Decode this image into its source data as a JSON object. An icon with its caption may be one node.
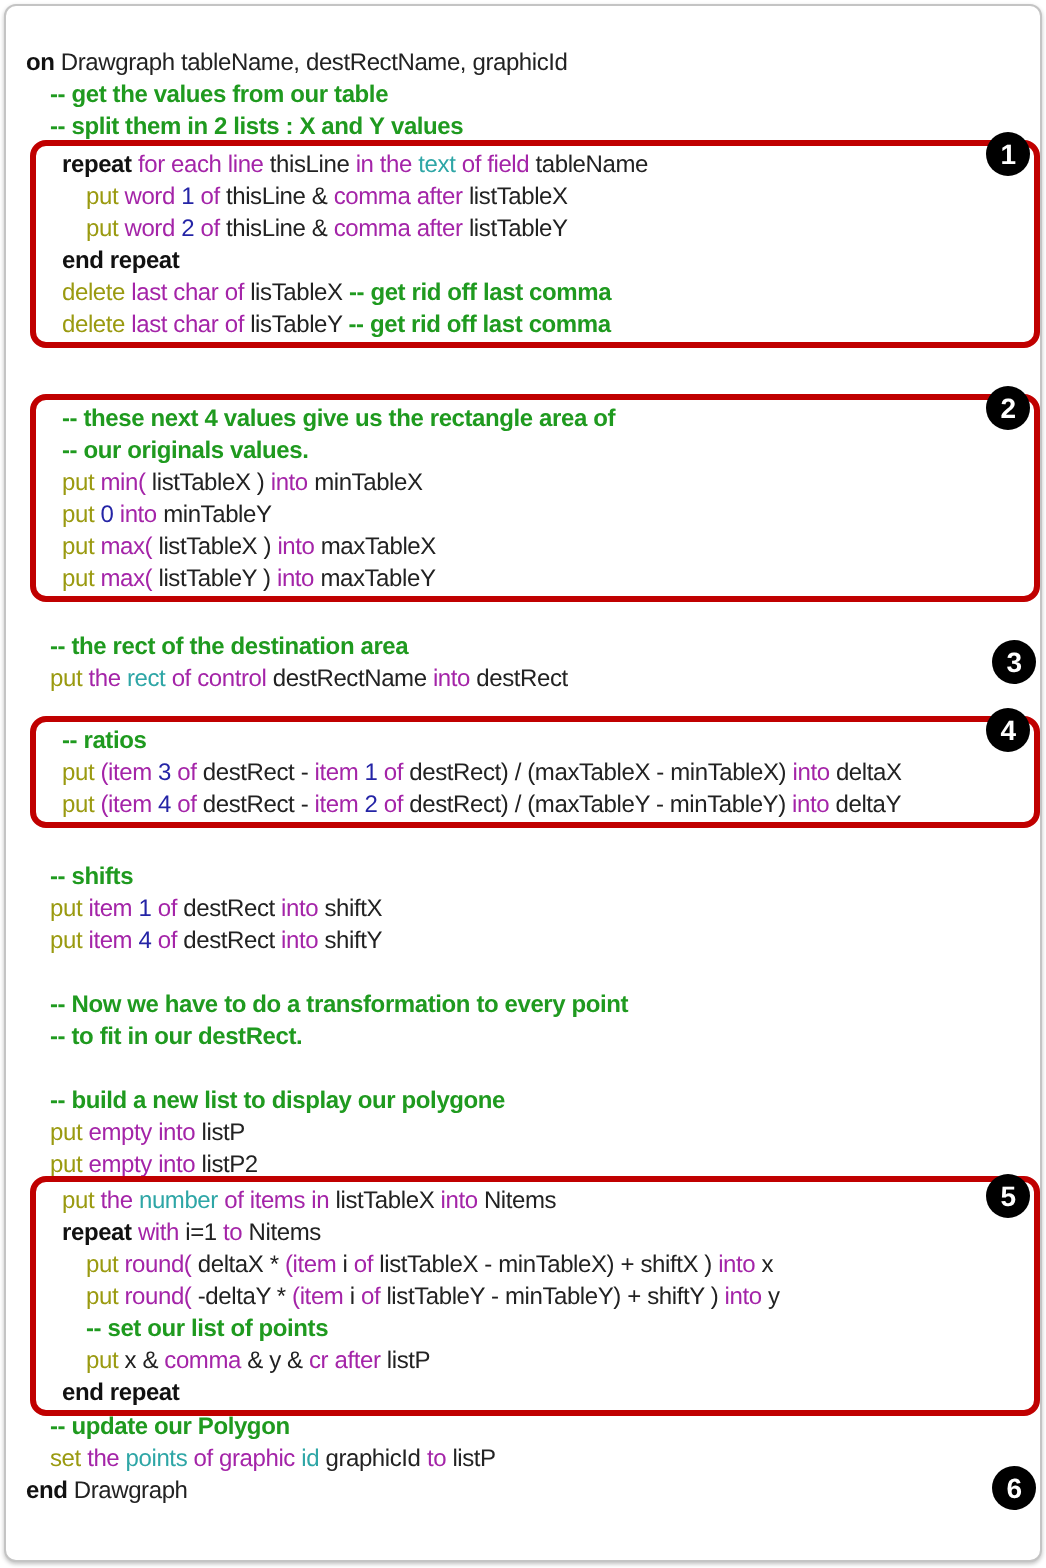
{
  "diagram": {
    "nodes": [
      {
        "text": [
          "repeat for each line thisLine in the text of field tableName",
          "put word 1 of thisLine & comma after listTableX",
          "put word 2 of thisLine & comma after listTableY",
          "end repeat",
          "delete last char of lisTableX -- get rid off last comma",
          "delete last char of lisTableY -- get rid off last comma"
        ]
      },
      {
        "text": [
          "-- these next 4 values give us the rectangle area of",
          "-- our originals values.",
          "put min( listTableX ) into minTableX",
          "put 0 into minTableY",
          "put max( listTableX ) into maxTableX",
          "put max( listTableY ) into maxTableY"
        ]
      },
      {
        "text": [
          "-- ratios",
          "put (item 3 of destRect - item 1 of destRect) / (maxTableX - minTableX) into deltaX",
          "put (item 4 of destRect - item 2 of destRect) / (maxTableY - minTableY) into deltaY"
        ]
      },
      {
        "text": [
          "put the number of items in listTableX into Nitems",
          "repeat with i=1 to Nitems",
          "put round( deltaX * (item i of listTableX - minTableX) + shiftX ) into x",
          "put round( -deltaY * (item i of listTableY - minTableY) + shiftY ) into y",
          "-- set our list of points",
          "put x & comma & y & cr after listP",
          "end repeat"
        ]
      }
    ],
    "labels": [
      "on Drawgraph tableName, destRectName, graphicId",
      "-- get the values from our table",
      "-- split them in 2 lists : X and Y values",
      "1",
      "2",
      "-- the rect of the destination area",
      "put the rect of control destRectName into destRect",
      "3",
      "4",
      "-- shifts",
      "put item 1 of destRect into shiftX",
      "put item 4 of destRect into shiftY",
      "-- Now we have to do a transformation to every point",
      "-- to fit in our destRect.",
      "-- build a new list to display our polygone",
      "put empty into listP",
      "put empty into listP2",
      "5",
      "-- update our Polygon",
      "set the points of graphic id graphicId to listP",
      "6",
      "end Drawgraph"
    ]
  }
}
